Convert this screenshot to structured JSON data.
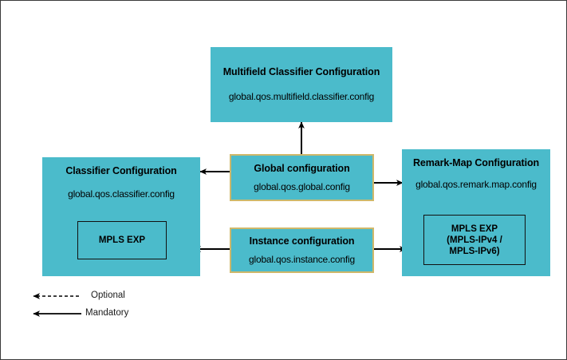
{
  "diagram": {
    "title_hidden": "",
    "palette": {
      "box_fill": "#4bbbcb",
      "highlight_border": "#cfb86a",
      "inner_border": "#111111",
      "frame_border": "#3a3a3a",
      "arrow_color": "#000000",
      "text_color": "#000000",
      "background": "#ffffff"
    },
    "boxes": {
      "multifield": {
        "title": "Multifield Classifier Configuration",
        "code": "global.qos.multifield.classifier.config"
      },
      "classifier": {
        "title": "Classifier Configuration",
        "code": "global.qos.classifier.config",
        "inner": "MPLS EXP"
      },
      "global": {
        "title": "Global configuration",
        "code": "global.qos.global.config"
      },
      "instance": {
        "title": "Instance configuration",
        "code": "global.qos.instance.config"
      },
      "remark": {
        "title": "Remark-Map Configuration",
        "code": "global.qos.remark.map.config",
        "inner_line1": "MPLS EXP",
        "inner_line2": "(MPLS-IPv4 /",
        "inner_line3": "MPLS-IPv6)"
      }
    },
    "legend": {
      "optional": "Optional",
      "mandatory": "Mandatory"
    },
    "connections": [
      {
        "name": "global-to-multifield",
        "style": "mandatory",
        "direction": "up"
      },
      {
        "name": "global-to-classifier",
        "style": "mandatory",
        "direction": "left"
      },
      {
        "name": "global-to-remark",
        "style": "mandatory",
        "direction": "right"
      },
      {
        "name": "instance-to-classifier",
        "style": "mandatory",
        "direction": "left"
      },
      {
        "name": "instance-to-remark",
        "style": "mandatory",
        "direction": "right"
      }
    ]
  }
}
